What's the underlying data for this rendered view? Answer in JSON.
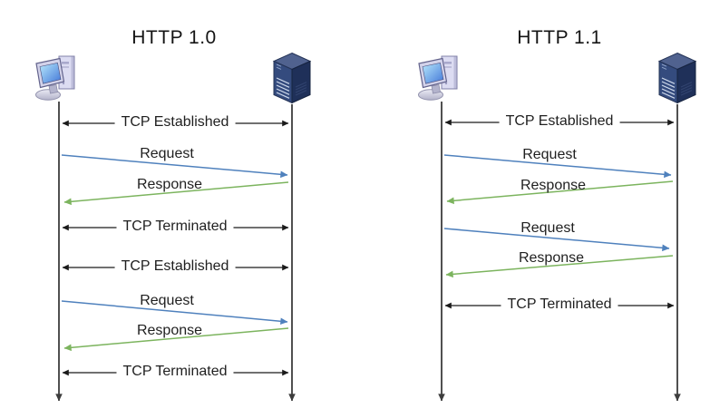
{
  "diagrams": {
    "left": {
      "title": "HTTP 1.0",
      "client_icon": "client-computer-icon",
      "server_icon": "server-icon",
      "messages": [
        {
          "label": "TCP Established",
          "kind": "tcp",
          "direction": "bidirectional"
        },
        {
          "label": "Request",
          "kind": "request",
          "direction": "client-to-server"
        },
        {
          "label": "Response",
          "kind": "response",
          "direction": "server-to-client"
        },
        {
          "label": "TCP Terminated",
          "kind": "tcp",
          "direction": "bidirectional"
        },
        {
          "label": "TCP Established",
          "kind": "tcp",
          "direction": "bidirectional"
        },
        {
          "label": "Request",
          "kind": "request",
          "direction": "client-to-server"
        },
        {
          "label": "Response",
          "kind": "response",
          "direction": "server-to-client"
        },
        {
          "label": "TCP Terminated",
          "kind": "tcp",
          "direction": "bidirectional"
        }
      ]
    },
    "right": {
      "title": "HTTP 1.1",
      "client_icon": "client-computer-icon",
      "server_icon": "server-icon",
      "messages": [
        {
          "label": "TCP Established",
          "kind": "tcp",
          "direction": "bidirectional"
        },
        {
          "label": "Request",
          "kind": "request",
          "direction": "client-to-server"
        },
        {
          "label": "Response",
          "kind": "response",
          "direction": "server-to-client"
        },
        {
          "label": "Request",
          "kind": "request",
          "direction": "client-to-server"
        },
        {
          "label": "Response",
          "kind": "response",
          "direction": "server-to-client"
        },
        {
          "label": "TCP Terminated",
          "kind": "tcp",
          "direction": "bidirectional"
        }
      ]
    }
  },
  "colors": {
    "request": "#4f81bd",
    "response": "#7cb45e",
    "tcp": "#1a1a1a",
    "lifeline": "#3d3d3d",
    "background": "#ffffff"
  }
}
